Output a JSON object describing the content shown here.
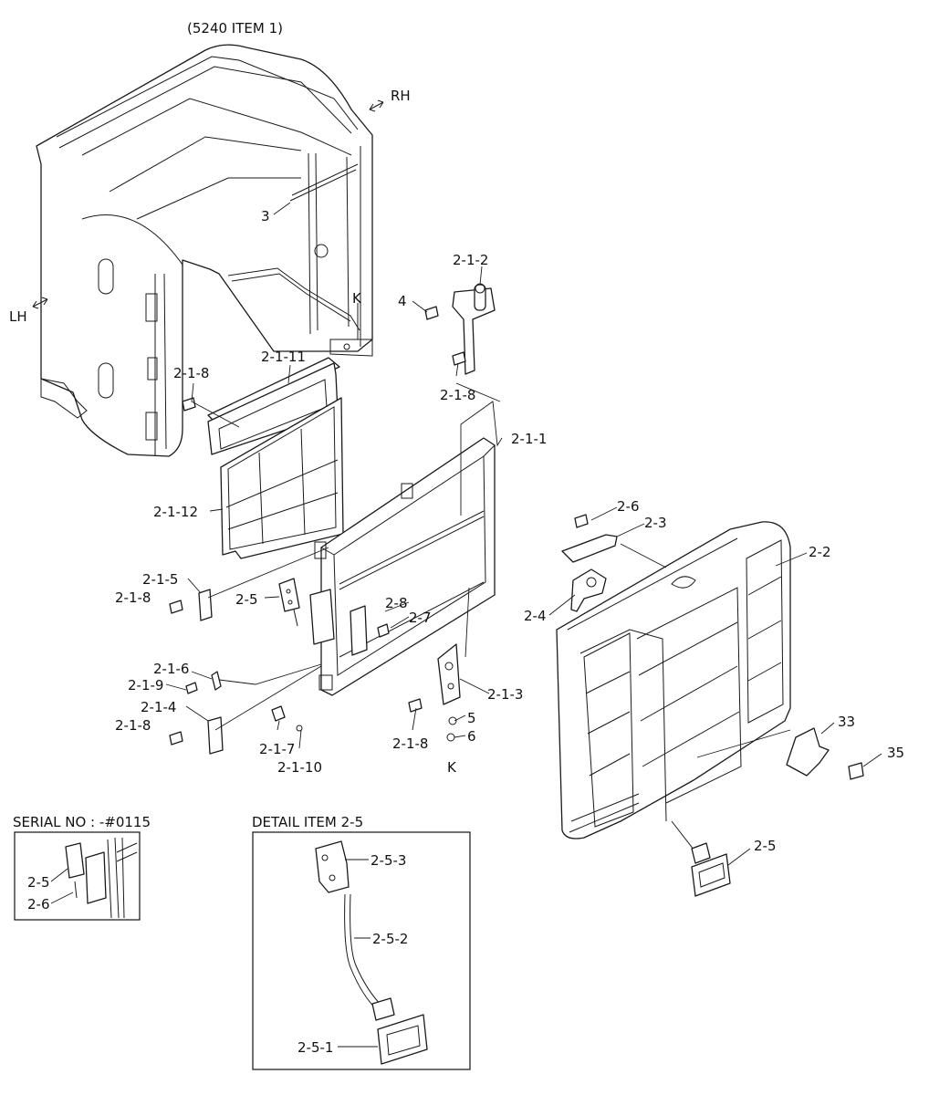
{
  "header": {
    "ref": "(5240 ITEM 1)"
  },
  "directions": {
    "rh": "RH",
    "lh": "LH"
  },
  "labels": {
    "l_3": "3",
    "l_K_top": "K",
    "l_2_1_2": "2-1-2",
    "l_4": "4",
    "l_2_1_8_a": "2-1-8",
    "l_2_1_11": "2-1-11",
    "l_2_1_8_b": "2-1-8",
    "l_2_1_1": "2-1-1",
    "l_2_1_12": "2-1-12",
    "l_2_1_5": "2-1-5",
    "l_2_1_8_c": "2-1-8",
    "l_2_5_a": "2-5",
    "l_2_8": "2-8",
    "l_2_7": "2-7",
    "l_2_1_6": "2-1-6",
    "l_2_1_9": "2-1-9",
    "l_2_1_4": "2-1-4",
    "l_2_1_8_d": "2-1-8",
    "l_2_1_7": "2-1-7",
    "l_2_1_10": "2-1-10",
    "l_2_1_3": "2-1-3",
    "l_5": "5",
    "l_2_1_8_e": "2-1-8",
    "l_6": "6",
    "l_K_bottom": "K",
    "l_2_6_a": "2-6",
    "l_2_3": "2-3",
    "l_2_2": "2-2",
    "l_2_4": "2-4",
    "l_33": "33",
    "l_35": "35",
    "l_2_5_b": "2-5"
  },
  "serial_box": {
    "title": "SERIAL NO : -#0115",
    "l_2_5": "2-5",
    "l_2_6": "2-6"
  },
  "detail_box": {
    "title": "DETAIL ITEM 2-5",
    "l_2_5_3": "2-5-3",
    "l_2_5_2": "2-5-2",
    "l_2_5_1": "2-5-1"
  }
}
